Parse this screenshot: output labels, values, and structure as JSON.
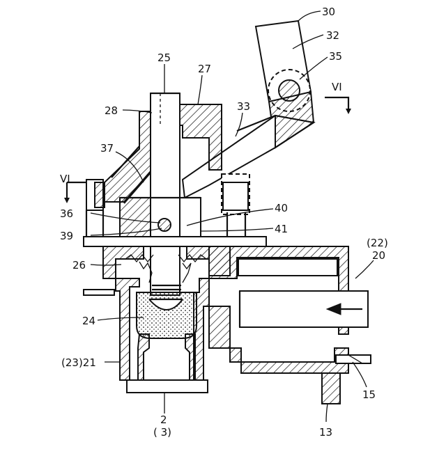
{
  "labels": {
    "l30": "30",
    "l32": "32",
    "l35": "35",
    "l25": "25",
    "l27": "27",
    "lVI_right": "VI",
    "l28": "28",
    "l33": "33",
    "l37": "37",
    "lVI_left": "VI",
    "l36": "36",
    "l40": "40",
    "l39": "39",
    "l41": "41",
    "l22": "(22)",
    "l20": "20",
    "l26": "26",
    "l24": "24",
    "l23_21": "(23)21",
    "l15": "15",
    "l2": "2",
    "l3": "( 3)",
    "l13": "13"
  }
}
